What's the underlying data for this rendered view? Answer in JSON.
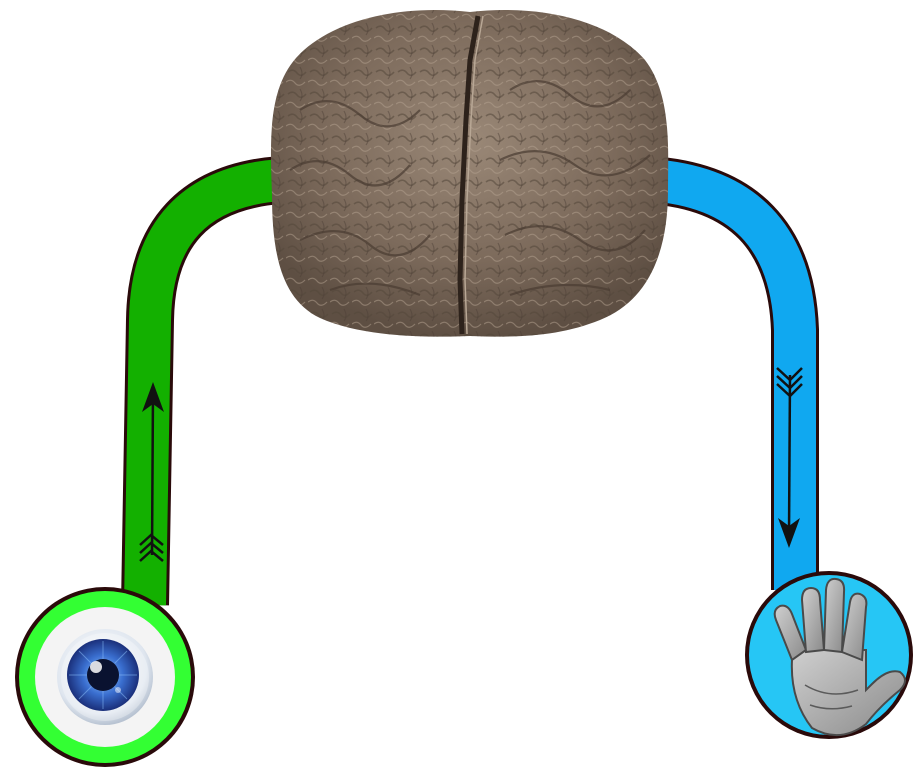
{
  "diagram": {
    "nodes": [
      {
        "id": "brain",
        "icon": "brain-icon"
      },
      {
        "id": "eye",
        "icon": "eye-icon"
      },
      {
        "id": "hand",
        "icon": "hand-icon"
      }
    ],
    "edges": [
      {
        "from": "eye",
        "to": "brain",
        "direction": "up",
        "color": "#13b000"
      },
      {
        "from": "brain",
        "to": "hand",
        "direction": "down",
        "color": "#10a8f0"
      }
    ]
  },
  "colors": {
    "sensory_path": "#13b000",
    "motor_path": "#10a8f0",
    "eye_ring": "#33ff33",
    "hand_bg": "#26c6f5",
    "outline": "#2a0a0a",
    "brain_tissue": "#8a7868"
  }
}
